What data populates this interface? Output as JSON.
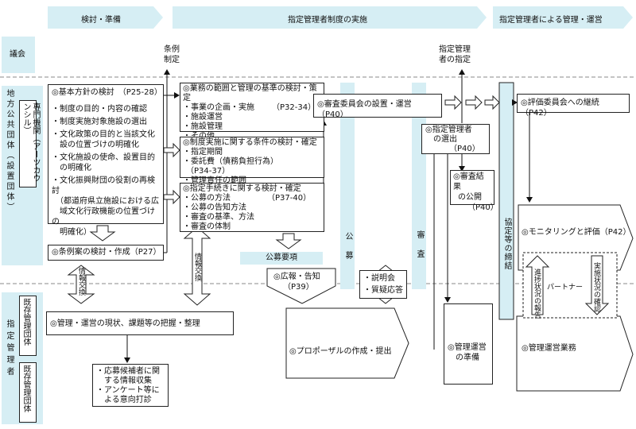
{
  "phases": {
    "p1": "検討・準備",
    "p2": "指定管理者制度の実施",
    "p3": "指定管理者による管理・運営"
  },
  "rows": {
    "assembly": "議会",
    "local_gov": "地方公共団体（設置団体）",
    "experts": "専門機関（アーツカウンシル）",
    "designated": "指定管理者",
    "existing1": "既存管理団体",
    "existing2": "既存管理団体"
  },
  "top_labels": {
    "ordinance": [
      "条例",
      "制定"
    ],
    "designation": [
      "指定管理",
      "者の指定"
    ]
  },
  "policy_box": {
    "title": "◎基本方針の検討　（P25-28）",
    "items": [
      "・制度の目的・内容の確認",
      "・制度実施対象施設の選出",
      "・文化政策の目的と当該文化",
      "　設の位置づけの明確化",
      "・文化施設の使命、設置目的",
      "　の明確化",
      "・文化振興財団の役割の再検討",
      "　（都道府県立施設における広",
      "　域文化行政機能の位置づけの",
      "　明確化）"
    ]
  },
  "ordinance_box": "◎条例案の検討・作成（P27）",
  "scope_box": {
    "title": "◎業務の範囲と管理の基準の検討・策定",
    "items": [
      "・事業の企画・実施",
      "・施設運営",
      "・施設管理",
      "・その他"
    ],
    "page": "（P32-34）"
  },
  "conditions_box": {
    "title": "◎制度実施に関する条件の検討・確定",
    "items": [
      "・指定期間",
      "・委託費（債務負担行為）",
      "・管理責任の範囲"
    ],
    "page": "（P34-37）"
  },
  "procedure_box": {
    "title": "◎指定手続きに関する検討・確定",
    "items": [
      "・公募の方法",
      "・公募の告知方法",
      "・審査の基準、方法",
      "・審査の体制"
    ],
    "page": "（P37-40）"
  },
  "info_exchange": "情報交換",
  "info_exchange2": "情報交換",
  "koubo_youkou": "公募要項",
  "koubo": "公募",
  "shinsa": "審査",
  "committee_box": "◎審査委員会の設置・運営（P40）",
  "selection_box": [
    "◎指定管理者",
    "の選出",
    "（P40）"
  ],
  "result_box": [
    "◎審査結果",
    "の公開",
    "（P40）"
  ],
  "agreement": "協定等の締結",
  "eval_box": "◎評価委員会への継続（P42）",
  "monitor_box": "◎モニタリングと評価（P42）",
  "progress_report": "進捗状況の報告",
  "check_status": "実施状況の確認",
  "partner": "パートナー",
  "pr_box": [
    "◎広報・告知",
    "（P39）"
  ],
  "briefing": [
    "・説明会",
    "・質疑応答"
  ],
  "current_box": "◎管理・運営の現状、課題等の把握・整理",
  "gather_box": [
    "・応募候補者に関",
    "　する情報収集",
    "・アンケート等に",
    "　よる意向打診"
  ],
  "proposal_box": "◎プロポーザルの作成・提出",
  "prep_box": [
    "◎管理運営",
    "の準備"
  ],
  "operation_box": "◎管理運営業務"
}
